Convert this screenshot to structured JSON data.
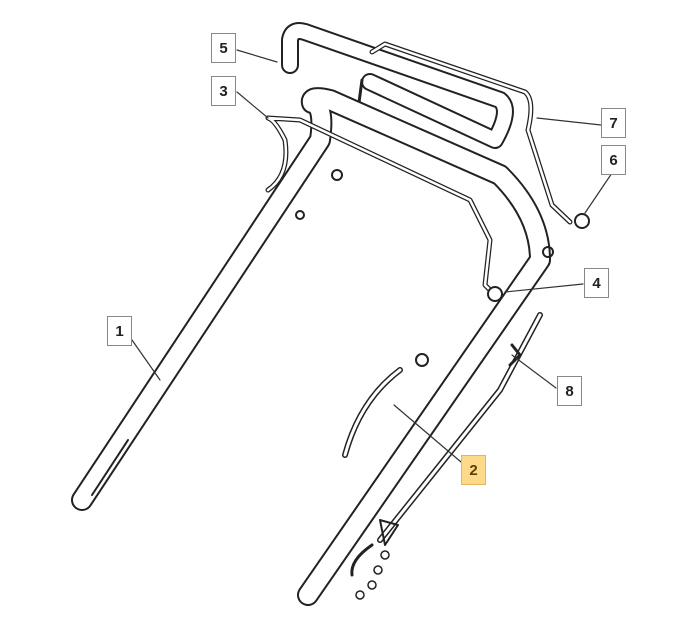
{
  "diagram": {
    "callouts": [
      {
        "label": "5"
      },
      {
        "label": "3"
      },
      {
        "label": "7"
      },
      {
        "label": "6"
      },
      {
        "label": "4"
      },
      {
        "label": "1"
      },
      {
        "label": "8"
      },
      {
        "label": "2",
        "highlighted": true
      }
    ],
    "highlight_color": "#FFD98A"
  }
}
